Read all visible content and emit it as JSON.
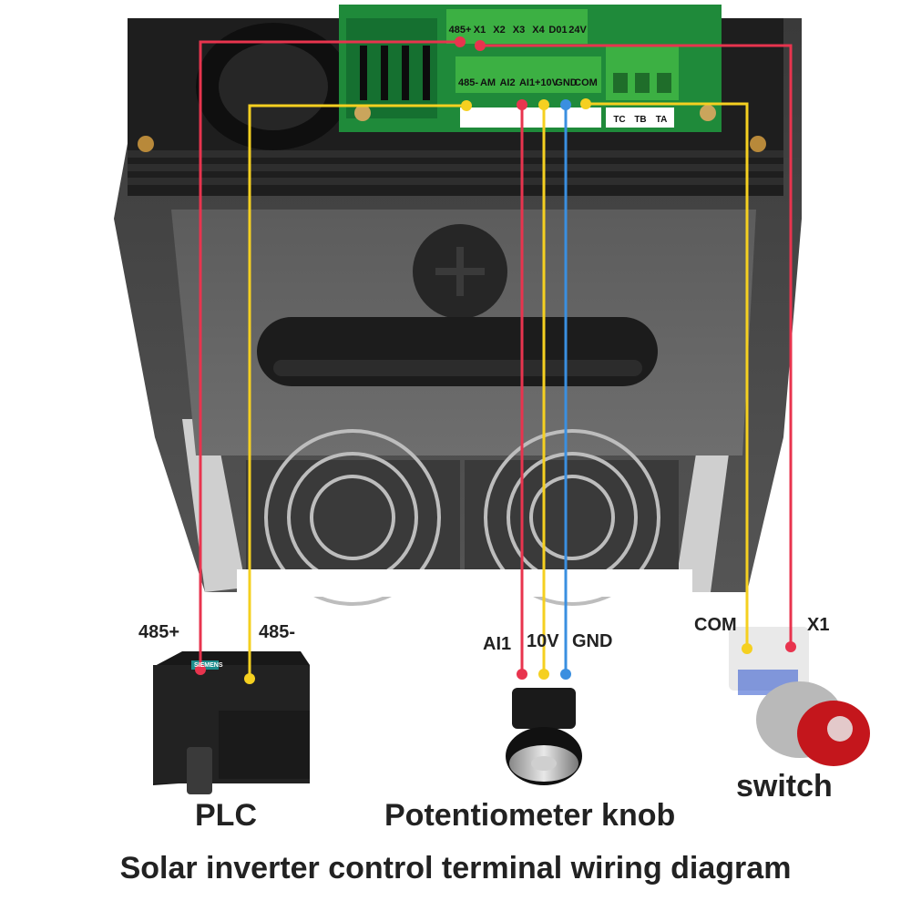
{
  "title": "Solar inverter control terminal wiring diagram",
  "devices": {
    "plc": "PLC",
    "potentiometer": "Potentiometer knob",
    "switch": "switch",
    "plc_brand": "SIEMENS"
  },
  "wire_labels": {
    "plc_pos": "485+",
    "plc_neg": "485-",
    "pot_ai1": "AI1",
    "pot_10v": "10V",
    "pot_gnd": "GND",
    "sw_com": "COM",
    "sw_x1": "X1"
  },
  "terminals": {
    "upper_row": [
      "485+",
      "X1",
      "X2",
      "X3",
      "X4",
      "D01",
      "24V"
    ],
    "lower_row": [
      "485-",
      "AM",
      "AI2",
      "AI1",
      "+10V",
      "GND",
      "COM"
    ],
    "relay": [
      "TC",
      "TB",
      "TA"
    ]
  },
  "colors": {
    "red_wire": "#e8344e",
    "yellow_wire": "#f5d020",
    "blue_wire": "#3a8fe0",
    "pcb_green": "#1f8a3a",
    "terminal_green": "#3cb043",
    "housing": "#4a4a4a"
  }
}
